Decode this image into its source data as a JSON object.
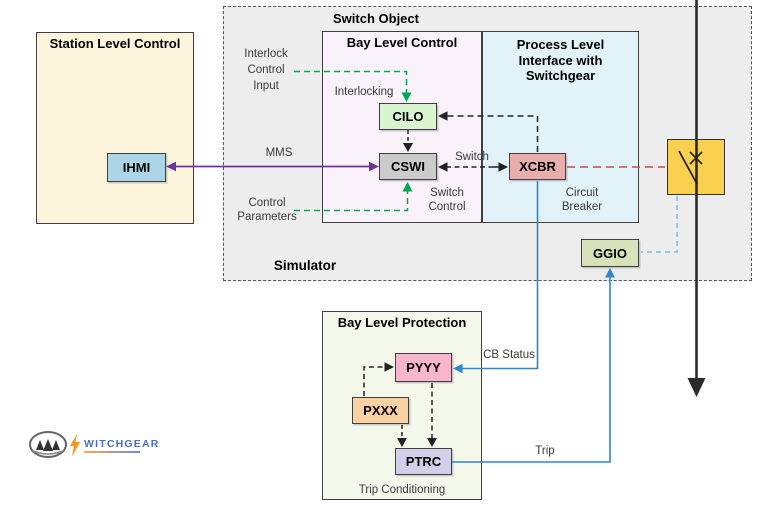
{
  "diagram": {
    "station": {
      "title": "Station Level Control",
      "ihmi_label": "IHMI"
    },
    "switch_object": {
      "title": "Switch Object",
      "simulator_label": "Simulator",
      "bay_level_control": {
        "title": "Bay Level Control",
        "cilo_label": "CILO",
        "cswi_label": "CSWI"
      },
      "process_level": {
        "title": "Process Level\nInterface with\nSwitchgear",
        "xcbr_label": "XCBR"
      },
      "ggio_label": "GGIO"
    },
    "bay_level_protection": {
      "title": "Bay Level Protection",
      "pyyy_label": "PYYY",
      "pxxx_label": "PXXX",
      "ptrc_label": "PTRC",
      "footer": "Trip Conditioning"
    },
    "labels": {
      "interlock_input": "Interlock\nControl\nInput",
      "interlocking": "Interlocking",
      "mms": "MMS",
      "switch": "Switch",
      "switch_control": "Switch\nControl",
      "circuit_breaker": "Circuit\nBreaker",
      "control_parameters": "Control\nParameters",
      "cb_status": "CB Status",
      "trip": "Trip"
    },
    "logo": {
      "brand": "WITCHGEAR"
    },
    "colors": {
      "mms_line": "#7030A0",
      "interlock_line": "#00A651",
      "status_line": "#2E86D0",
      "breaker_link_line": "#C0504D",
      "ggio_link_line": "#74BCE8",
      "black_line": "#222222",
      "station_bg": "#FCF5DC",
      "switch_object_bg": "#EDEDED",
      "bay_control_bg": "#FAF2FA",
      "process_bg": "#E1F2F8",
      "protection_bg": "#F4F8EA",
      "ihmi_bg": "#ADD5E8",
      "cilo_bg": "#D8F5D0",
      "cswi_bg": "#CBCBCB",
      "xcbr_bg": "#E7AEAB",
      "breaker_bg": "#F9D04F",
      "ggio_bg": "#D8E2BA",
      "pyyy_bg": "#F7B6CC",
      "pxxx_bg": "#FAD2A2",
      "ptrc_bg": "#D4CFE9"
    }
  }
}
